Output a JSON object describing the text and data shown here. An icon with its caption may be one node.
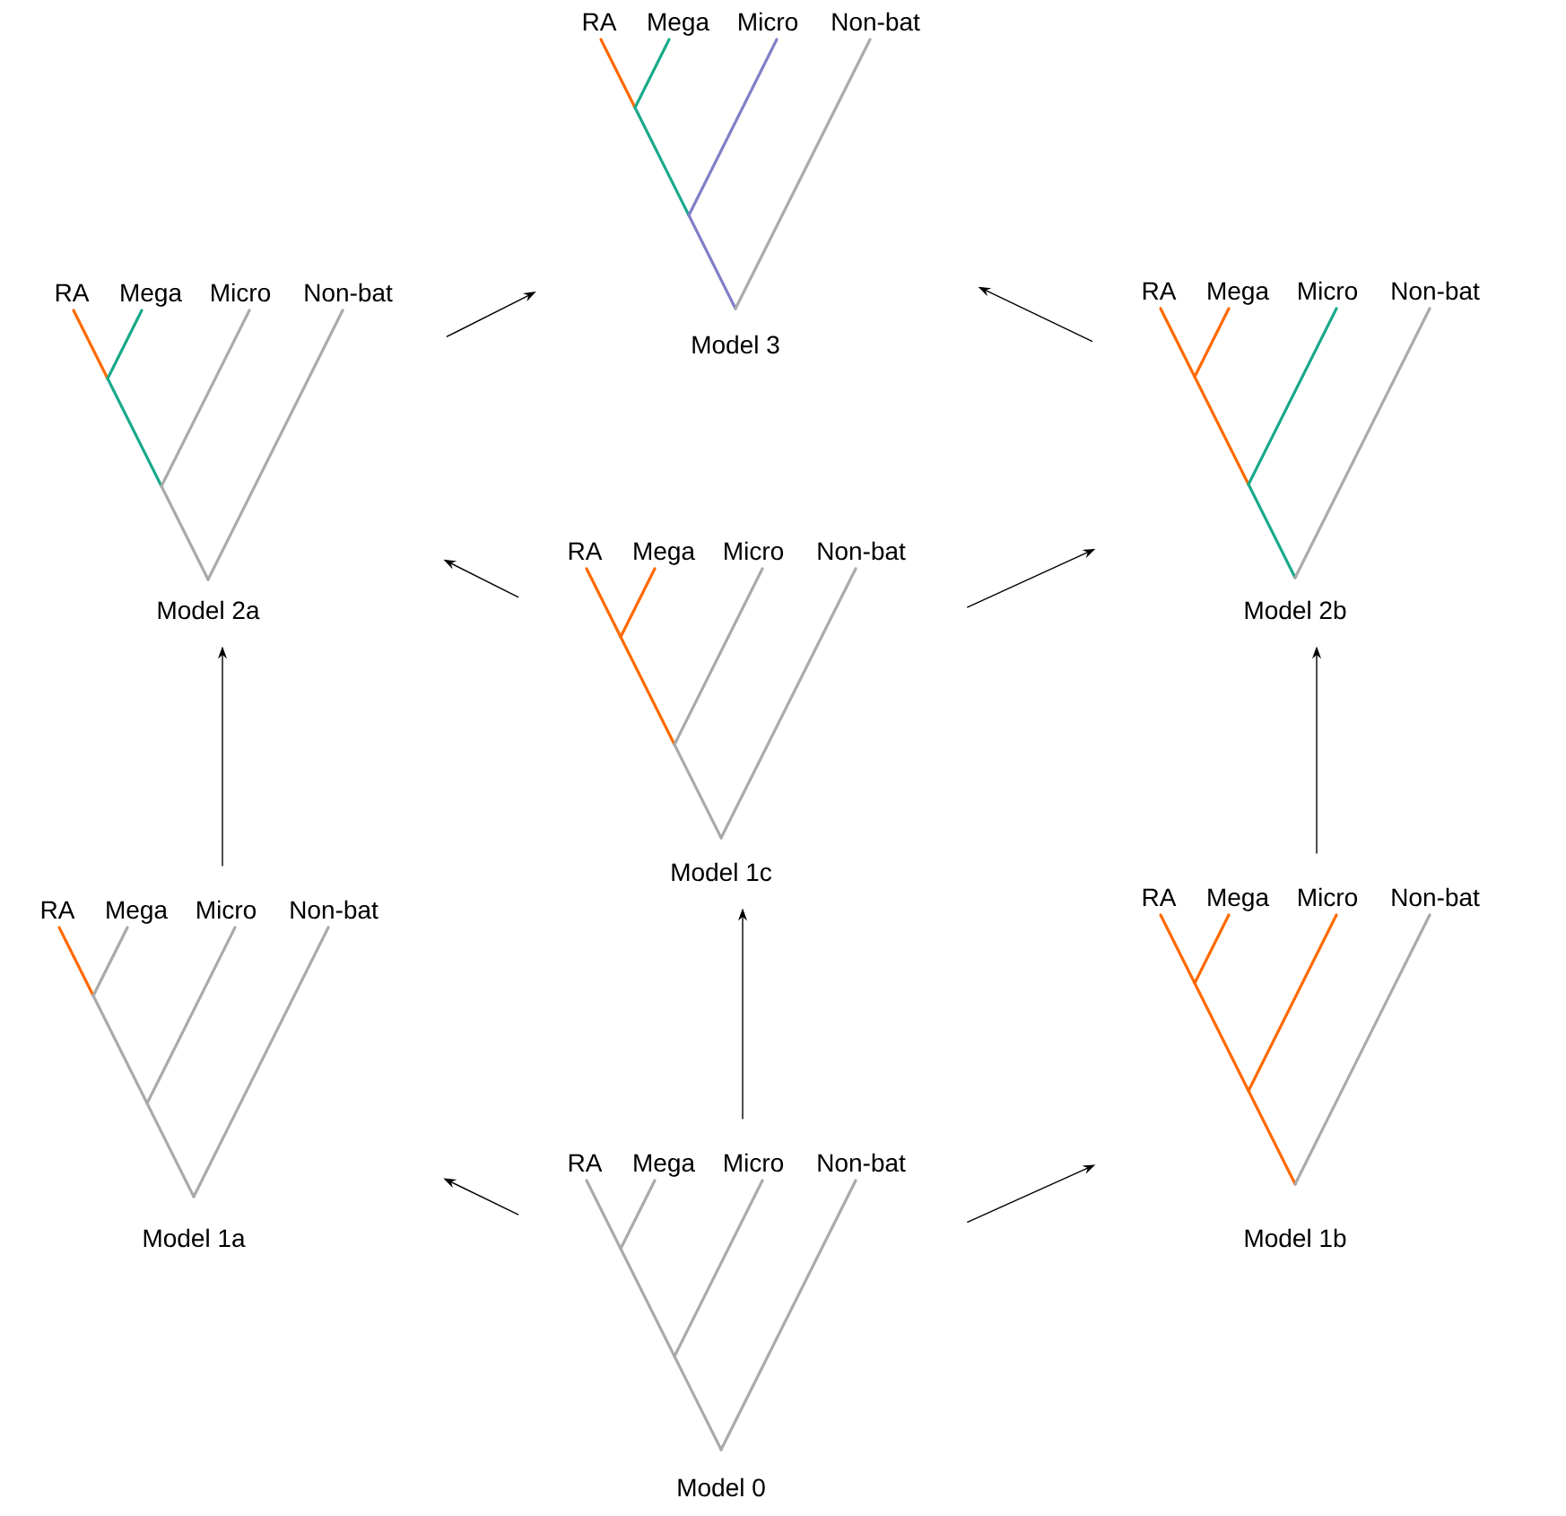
{
  "diagram": {
    "nodes": [
      {
        "text": [
          "RA",
          "Mega",
          "Micro",
          "Non-bat",
          "Model 3"
        ]
      },
      {
        "text": [
          "RA",
          "Mega",
          "Micro",
          "Non-bat",
          "Model 2a"
        ]
      },
      {
        "text": [
          "RA",
          "Mega",
          "Micro",
          "Non-bat",
          "Model 2b"
        ]
      },
      {
        "text": [
          "RA",
          "Mega",
          "Micro",
          "Non-bat",
          "Model 1c"
        ]
      },
      {
        "text": [
          "RA",
          "Mega",
          "Micro",
          "Non-bat",
          "Model 1a"
        ]
      },
      {
        "text": [
          "RA",
          "Mega",
          "Micro",
          "Non-bat",
          "Model 1b"
        ]
      },
      {
        "text": [
          "RA",
          "Mega",
          "Micro",
          "Non-bat",
          "Model 0"
        ]
      }
    ],
    "edges": [
      {
        "from": 6,
        "to": 4,
        "arrow": "to"
      },
      {
        "from": 6,
        "to": 3,
        "arrow": "to"
      },
      {
        "from": 6,
        "to": 5,
        "arrow": "to"
      },
      {
        "from": 4,
        "to": 1,
        "arrow": "to"
      },
      {
        "from": 5,
        "to": 2,
        "arrow": "to"
      },
      {
        "from": 3,
        "to": 1,
        "arrow": "to"
      },
      {
        "from": 3,
        "to": 2,
        "arrow": "to"
      },
      {
        "from": 1,
        "to": 0,
        "arrow": "to"
      },
      {
        "from": 2,
        "to": 0,
        "arrow": "to"
      }
    ]
  }
}
